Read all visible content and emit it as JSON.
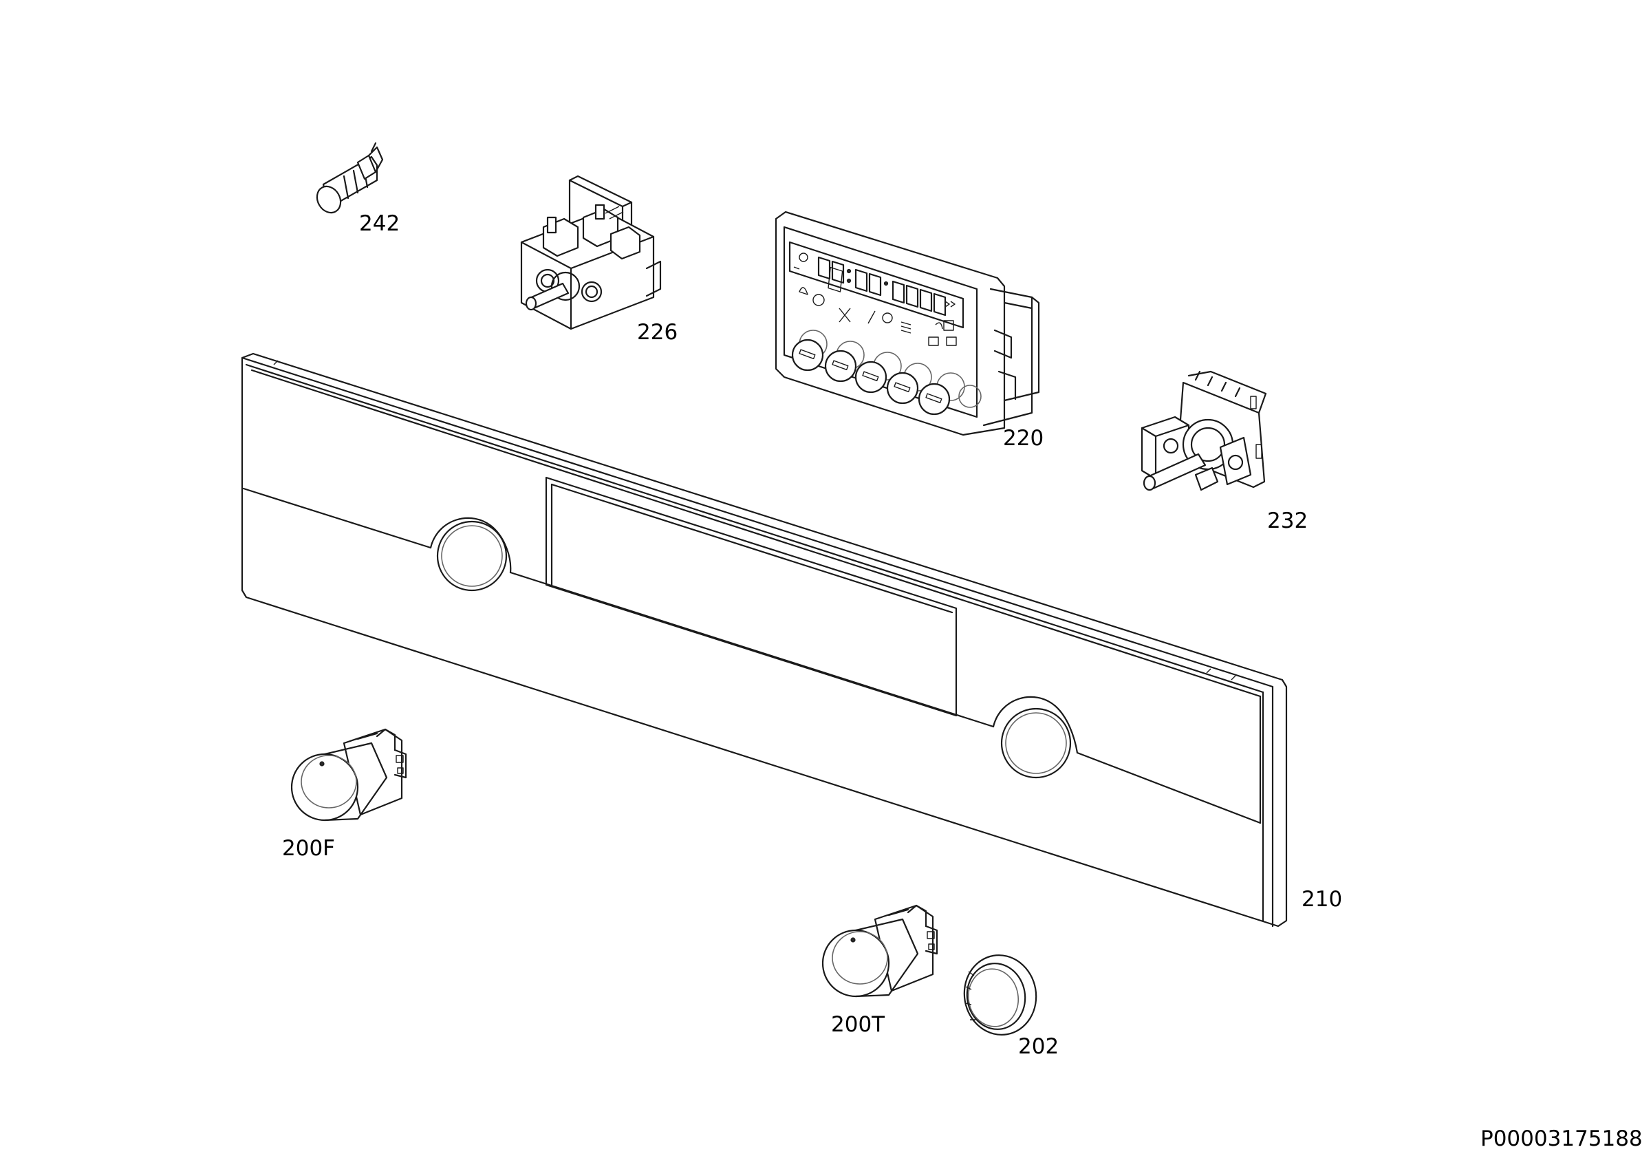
{
  "document_id": "P00003175188",
  "parts": [
    {
      "id": "part-242",
      "label": "242"
    },
    {
      "id": "part-226",
      "label": "226"
    },
    {
      "id": "part-220",
      "label": "220"
    },
    {
      "id": "part-232",
      "label": "232"
    },
    {
      "id": "part-210",
      "label": "210"
    },
    {
      "id": "part-200F",
      "label": "200F"
    },
    {
      "id": "part-200T",
      "label": "200T"
    },
    {
      "id": "part-202",
      "label": "202"
    }
  ]
}
